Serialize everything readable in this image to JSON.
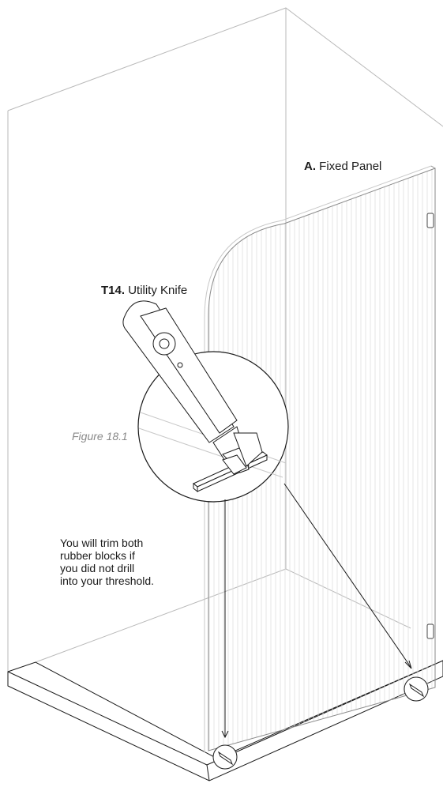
{
  "labels": {
    "fixed_panel": {
      "code": "A.",
      "name": "Fixed Panel"
    },
    "utility_knife": {
      "code": "T14.",
      "name": "Utility Knife"
    },
    "figure": "Figure 18.1"
  },
  "note": {
    "lines": [
      "You will trim both",
      "rubber blocks if",
      "you did not drill",
      "into your threshold."
    ]
  },
  "colors": {
    "line": "#1a1a1a",
    "wall_line": "#b8b8b8",
    "glass_stripe": "#dcdcdc",
    "caption_grey": "#8a8a8a"
  }
}
